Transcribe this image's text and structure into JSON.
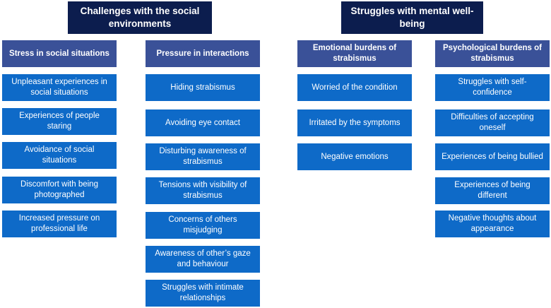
{
  "colors": {
    "top_header": "#0c1d4e",
    "sub_header": "#3a5198",
    "item": "#0e6ac8",
    "text": "#ffffff"
  },
  "themes": [
    {
      "title": "Challenges with the social environments",
      "subthemes": [
        {
          "title": "Stress in social situations",
          "items": [
            "Unpleasant experiences in social situations",
            "Experiences of people staring",
            "Avoidance of social situations",
            "Discomfort with being photographed",
            "Increased pressure on professional life"
          ]
        },
        {
          "title": "Pressure in interactions",
          "items": [
            "Hiding strabismus",
            "Avoiding eye contact",
            "Disturbing awareness of strabismus",
            "Tensions with visibility of strabismus",
            "Concerns of others misjudging",
            "Awareness of other’s gaze and behaviour",
            "Struggles with intimate relationships"
          ]
        }
      ]
    },
    {
      "title": "Struggles with mental well-being",
      "subthemes": [
        {
          "title": "Emotional burdens of strabismus",
          "items": [
            "Worried of the condition",
            "Irritated by the symptoms",
            "Negative emotions"
          ]
        },
        {
          "title": "Psychological burdens of strabismus",
          "items": [
            "Struggles with self-confidence",
            "Difficulties of accepting oneself",
            "Experiences of being bullied",
            "Experiences of being different",
            "Negative thoughts about appearance"
          ]
        }
      ]
    }
  ]
}
